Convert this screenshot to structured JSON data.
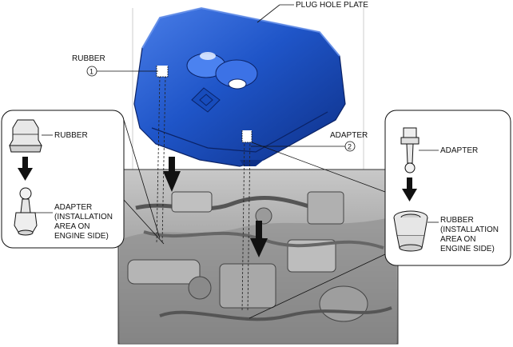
{
  "labels": {
    "plug_hole_plate": "PLUG HOLE PLATE",
    "rubber_top": "RUBBER",
    "adapter_top": "ADAPTER",
    "callout_1": "1",
    "callout_2": "2"
  },
  "left_detail": {
    "rubber": "RUBBER",
    "adapter_line1": "ADAPTER",
    "adapter_line2": "(INSTALLATION",
    "adapter_line3": "AREA ON",
    "adapter_line4": "ENGINE SIDE)"
  },
  "right_detail": {
    "adapter": "ADAPTER",
    "rubber_line1": "RUBBER",
    "rubber_line2": "(INSTALLATION",
    "rubber_line3": "AREA ON",
    "rubber_line4": "ENGINE SIDE)"
  },
  "colors": {
    "cover_blue": "#1f55c8",
    "cover_dark": "#0d2f86",
    "cover_light": "#5c8ef0",
    "engine_gray": "#9a9a9a",
    "arrow": "#111111"
  }
}
